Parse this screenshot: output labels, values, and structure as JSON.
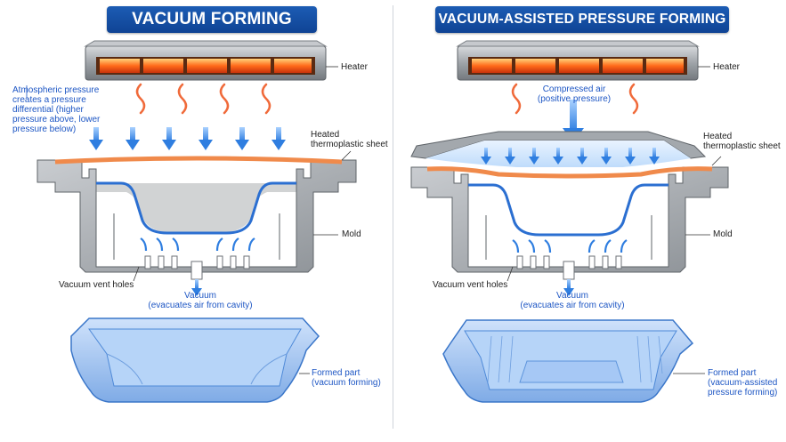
{
  "left": {
    "title": "VACUUM FORMING",
    "heater_label": "Heater",
    "pressure_label": "Atmospheric pressure\ncreates a pressure\ndifferential (higher\npressure above, lower\npressure below)",
    "sheet_label": "Heated\nthermoplastic sheet",
    "mold_label": "Mold",
    "vent_label": "Vacuum vent holes",
    "vacuum_label": "Vacuum\n(evacuates air from cavity)",
    "part_label": "Formed part\n(vacuum forming)"
  },
  "right": {
    "title": "VACUUM-ASSISTED PRESSURE FORMING",
    "heater_label": "Heater",
    "air_label": "Compressed air\n(positive pressure)",
    "sheet_label": "Heated\nthermoplastic sheet",
    "mold_label": "Mold",
    "vent_label": "Vacuum vent holes",
    "vacuum_label": "Vacuum\n(evacuates air from cavity)",
    "part_label": "Formed part\n(vacuum-assisted\npressure forming)"
  },
  "colors": {
    "title_bg": "#1252a8",
    "accent_blue": "#1d56c4",
    "arrow_blue": "#3f8ee8",
    "sheet_orange": "#f08a4b",
    "heater_glow": "#ff6a1a",
    "mold_gray": "#a9adb2",
    "part_blue": "#8fbaf0"
  },
  "icons": [
    "heater-icon",
    "heat-wave-icon",
    "pressure-arrow-icon",
    "vacuum-arrow-icon",
    "mold-icon",
    "formed-part-icon"
  ]
}
